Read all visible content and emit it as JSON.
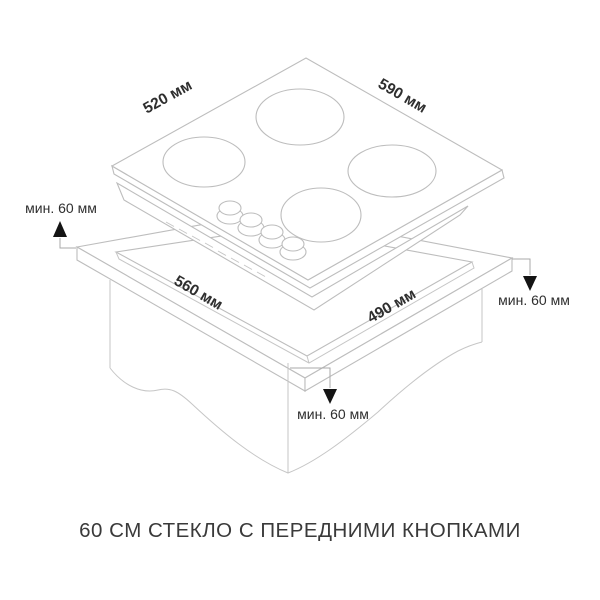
{
  "diagram": {
    "kind": "hob-installation-dimensions",
    "caption": "60 СМ СТЕКЛО С ПЕРЕДНИМИ КНОПКАМИ",
    "dimensions": {
      "hob_depth": "520 мм",
      "hob_width": "590 мм",
      "cutout_width": "560 мм",
      "cutout_depth": "490 мм"
    },
    "clearances": {
      "left": "мин. 60 мм",
      "right": "мин. 60 мм",
      "front": "мин. 60 мм"
    },
    "counts": {
      "burners": 4,
      "knobs": 4
    },
    "colors": {
      "background": "#ffffff",
      "drawing_line": "#bdbdbd",
      "text": "#2e2e2e",
      "arrow": "#141414"
    }
  }
}
